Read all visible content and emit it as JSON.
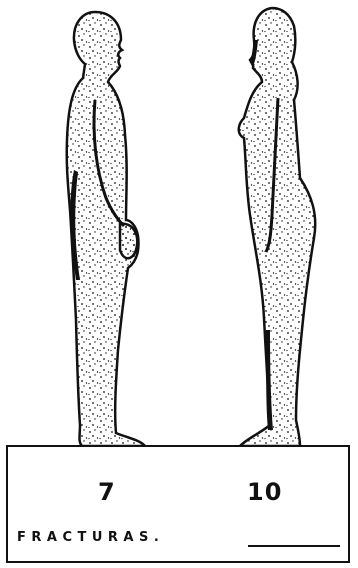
{
  "figure": {
    "left_count": "7",
    "right_count": "10",
    "caption": "FRACTURAS."
  },
  "colors": {
    "ink": "#111111",
    "background": "#ffffff"
  }
}
